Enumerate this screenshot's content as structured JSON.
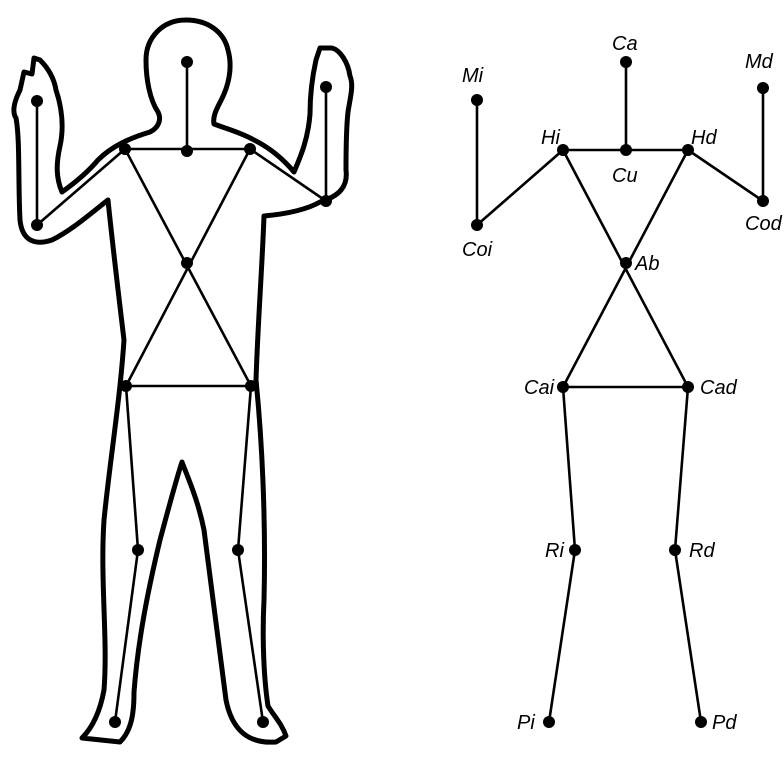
{
  "labels": {
    "Ca": "Ca",
    "Mi": "Mi",
    "Md": "Md",
    "Hi": "Hi",
    "Cu": "Cu",
    "Hd": "Hd",
    "Coi": "Coi",
    "Cod": "Cod",
    "Ab": "Ab",
    "Cai": "Cai",
    "Cad": "Cad",
    "Ri": "Ri",
    "Rd": "Rd",
    "Pi": "Pi",
    "Pd": "Pd"
  },
  "colors": {
    "stroke": "#000000",
    "background": "#ffffff"
  }
}
